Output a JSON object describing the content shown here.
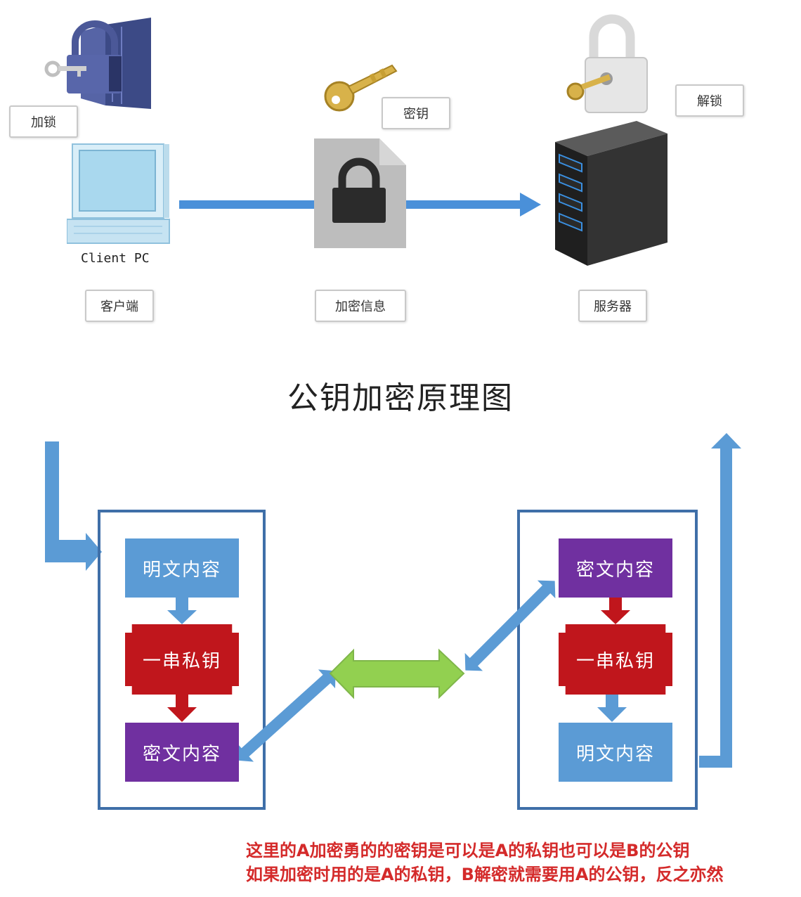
{
  "top": {
    "lock_label": "加锁",
    "key_label": "密钥",
    "unlock_label": "解锁",
    "client_caption": "Client PC",
    "client_label": "客户端",
    "message_label": "加密信息",
    "server_label": "服务器"
  },
  "bottom": {
    "title": "公钥加密原理图",
    "left_panel": {
      "plain": "明文内容",
      "key": "一串私钥",
      "cipher": "密文内容"
    },
    "right_panel": {
      "cipher": "密文内容",
      "key": "一串私钥",
      "plain": "明文内容"
    },
    "notes": [
      "这里的A加密勇的的密钥是可以是A的私钥也可以是B的公钥",
      "如果加密时用的是A的私钥，B解密就需要用A的公钥，反之亦然"
    ]
  },
  "colors": {
    "arrow_blue": "#4a90d9",
    "flow_blue": "#5b9bd5",
    "plain_box": "#5b9bd5",
    "cipher_box": "#7030a0",
    "key_box": "#c0161c",
    "key_arrow": "#c0161c",
    "exchange_arrow": "#92d050",
    "note_text": "#d42a2a"
  }
}
